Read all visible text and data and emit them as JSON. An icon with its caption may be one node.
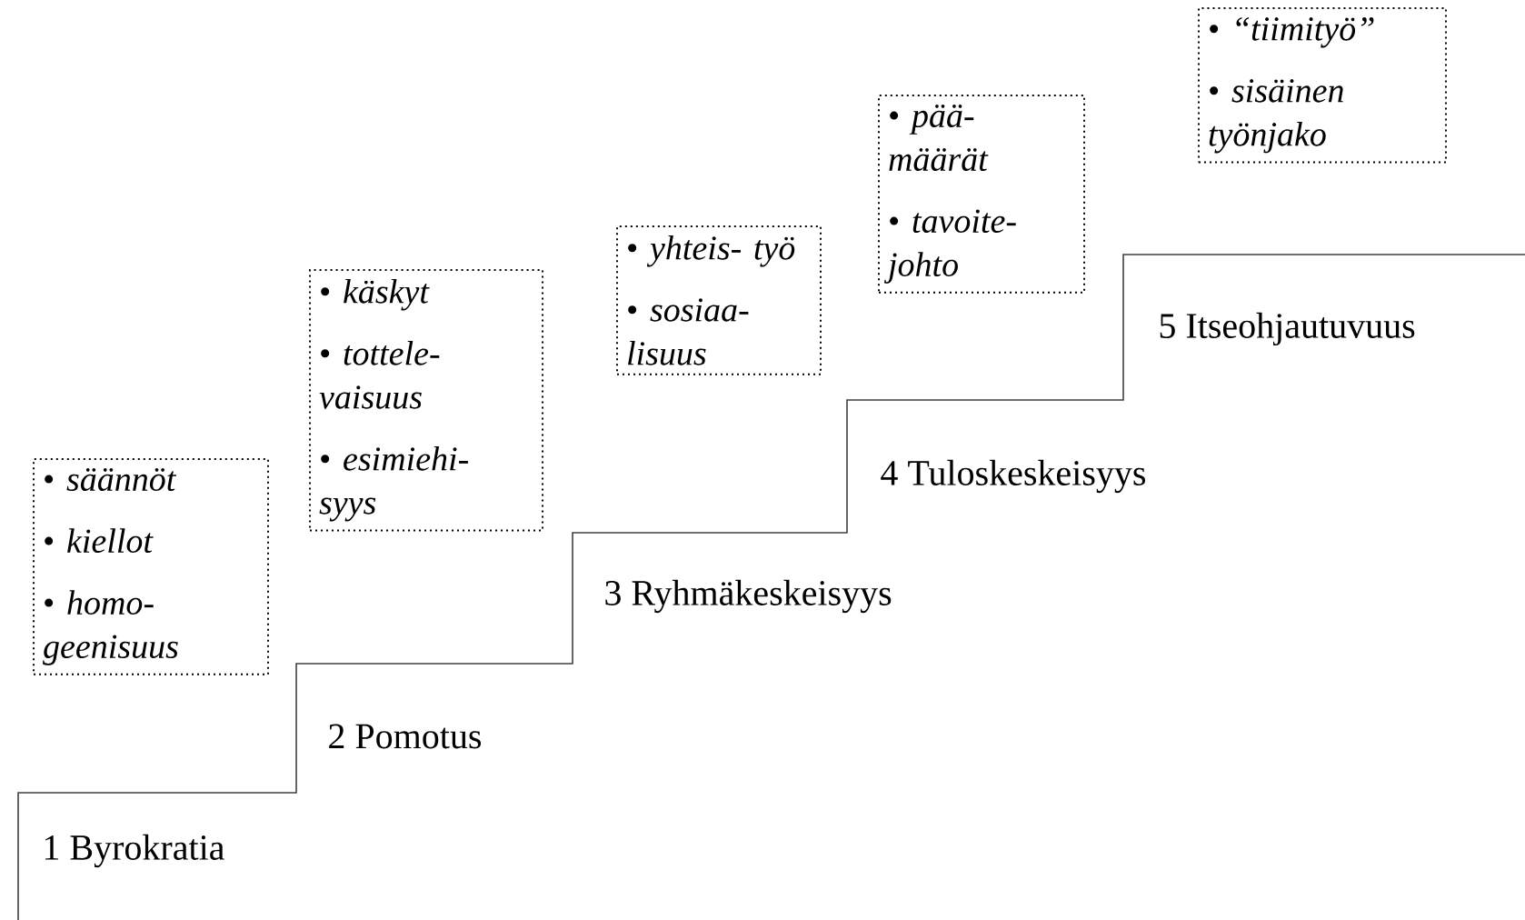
{
  "diagram": {
    "nodes": [
      {
        "text": [
          "• *säännöt*",
          "• *kiellot*",
          "• *homo- geenisuus*"
        ]
      },
      {
        "text": [
          "• *käskyt*",
          "• *tottele- vaisuus*",
          "• *esimiehi- syys*"
        ]
      },
      {
        "text": [
          "• *yhteis- työ*",
          "• *sosiaa- lisuus*"
        ]
      },
      {
        "text": [
          "• *pää- määrät*",
          "• *tavoite- johto*"
        ]
      },
      {
        "text": [
          "• *“tiimityö”*",
          "• *sisäinen työnjako*"
        ]
      }
    ],
    "edges": [],
    "labels": [
      "1 Byrokratia",
      "2 Pomotus",
      "3 Ryhmäkeskeisyys",
      "4 Tuloskeskeisyys",
      "5 Itseohjautuvuus"
    ]
  }
}
